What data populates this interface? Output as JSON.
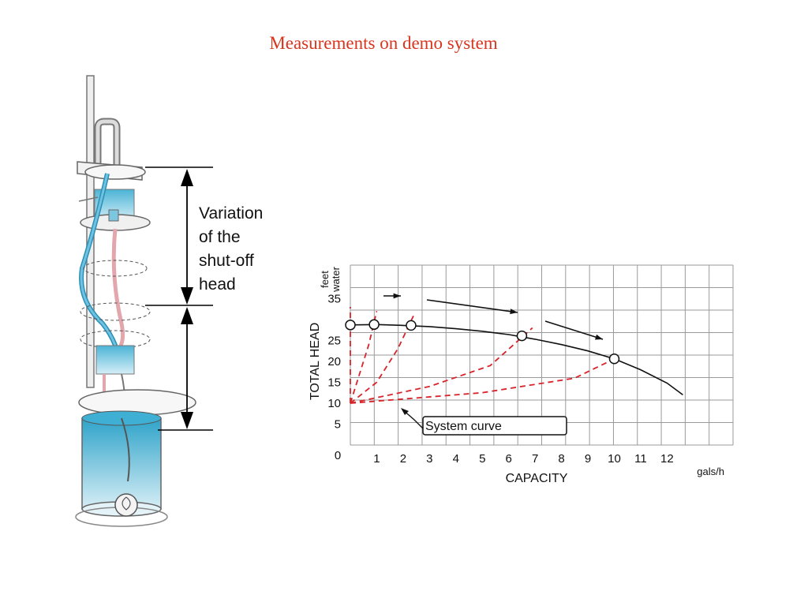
{
  "slide": {
    "title": "Measurements on demo system"
  },
  "apparatus": {
    "annotation": [
      "Variation",
      "of the",
      "shut-off",
      "head"
    ],
    "water_color": "#3aa9cc",
    "tube_color": "#2f9fc6"
  },
  "chart_data": {
    "type": "line",
    "xlabel": "CAPACITY",
    "ylabel": "TOTAL HEAD",
    "y_unit": [
      "feet",
      "water"
    ],
    "x_unit": "gals/h",
    "x_ticks": [
      "1",
      "2",
      "3",
      "4",
      "5",
      "6",
      "7",
      "8",
      "9",
      "10",
      "11",
      "12"
    ],
    "x_tick_values": [
      1,
      2,
      3,
      4,
      5,
      6,
      7,
      8,
      9,
      10,
      11,
      12
    ],
    "x_zero_label": "0",
    "y_ticks": [
      "5",
      "10",
      "15",
      "20",
      "25",
      "35"
    ],
    "y_tick_values": [
      5,
      10,
      15,
      20,
      25,
      35
    ],
    "xlim": [
      0,
      14.5
    ],
    "ylim": [
      0,
      43
    ],
    "grid": true,
    "pump_curve": {
      "x": [
        0,
        1,
        2,
        3,
        4,
        5,
        6,
        7,
        8,
        9,
        10,
        11,
        12,
        12.6
      ],
      "y": [
        28.7,
        28.8,
        28.6,
        28.3,
        27.8,
        27.2,
        26.4,
        25.3,
        24.0,
        22.5,
        20.6,
        18.0,
        14.8,
        12.0
      ]
    },
    "operating_points": [
      {
        "x": 0,
        "y": 28.7
      },
      {
        "x": 0.9,
        "y": 28.8
      },
      {
        "x": 2.3,
        "y": 28.6
      },
      {
        "x": 6.5,
        "y": 26.1
      },
      {
        "x": 10.0,
        "y": 20.6
      }
    ],
    "system_curves": [
      {
        "x": [
          0,
          0,
          0,
          0
        ],
        "y": [
          10,
          17,
          24,
          33
        ]
      },
      {
        "x": [
          0,
          0.3,
          0.7,
          1.0
        ],
        "y": [
          10,
          16,
          24,
          32
        ]
      },
      {
        "x": [
          0,
          1.0,
          1.8,
          2.4
        ],
        "y": [
          10,
          15,
          23,
          31
        ]
      },
      {
        "x": [
          0,
          3.0,
          5.3,
          6.9
        ],
        "y": [
          10,
          14,
          19,
          28
        ]
      },
      {
        "x": [
          0,
          5.0,
          8.5,
          10.0
        ],
        "y": [
          10,
          12.5,
          16,
          20.6
        ]
      }
    ],
    "system_curve_label": "System curve",
    "curve_color": "#111111",
    "system_curve_color": "#d8232a",
    "grid_color": "#9a9a9a"
  }
}
